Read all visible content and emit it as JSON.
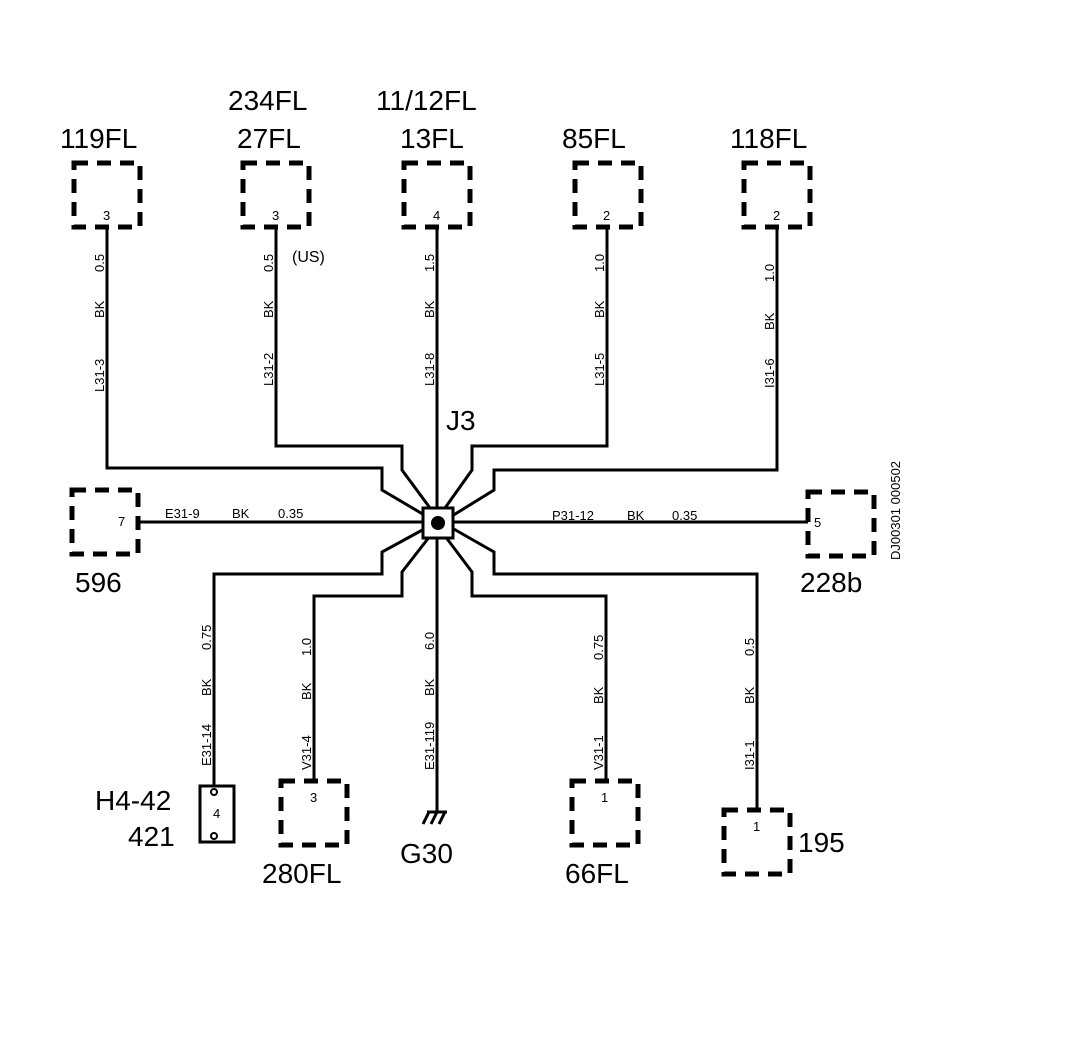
{
  "splice": {
    "label": "J3"
  },
  "ground": {
    "label": "G30"
  },
  "doc_id": "DJ00301 000502",
  "connectors": {
    "c119": {
      "label": "119FL",
      "pin": "3",
      "wire_id": "L31-3",
      "color": "BK",
      "gauge": "0.5"
    },
    "c27": {
      "label_top": "234FL",
      "label": "27FL",
      "pin": "3",
      "wire_id": "L31-2",
      "color": "BK",
      "gauge": "0.5",
      "note": "(US)"
    },
    "c13": {
      "label_top": "11/12FL",
      "label": "13FL",
      "pin": "4",
      "wire_id": "L31-8",
      "color": "BK",
      "gauge": "1.5"
    },
    "c85": {
      "label": "85FL",
      "pin": "2",
      "wire_id": "L31-5",
      "color": "BK",
      "gauge": "1.0"
    },
    "c118": {
      "label": "118FL",
      "pin": "2",
      "wire_id": "I31-6",
      "color": "BK",
      "gauge": "1.0"
    },
    "c596": {
      "label": "596",
      "pin": "7",
      "wire_id": "E31-9",
      "color": "BK",
      "gauge": "0.35"
    },
    "c228": {
      "label": "228b",
      "pin": "5",
      "wire_id": "P31-12",
      "color": "BK",
      "gauge": "0.35"
    },
    "cH4": {
      "label_top": "H4-42",
      "label": "421",
      "pin": "4",
      "wire_id": "E31-14",
      "color": "BK",
      "gauge": "0.75"
    },
    "c280": {
      "label": "280FL",
      "pin": "3",
      "wire_id": "V31-4",
      "color": "BK",
      "gauge": "1.0"
    },
    "cG30": {
      "wire_id": "E31-119",
      "color": "BK",
      "gauge": "6.0"
    },
    "c66": {
      "label": "66FL",
      "pin": "1",
      "wire_id": "V31-1",
      "color": "BK",
      "gauge": "0.75"
    },
    "c195": {
      "label": "195",
      "pin": "1",
      "wire_id": "I31-1",
      "color": "BK",
      "gauge": "0.5"
    }
  }
}
